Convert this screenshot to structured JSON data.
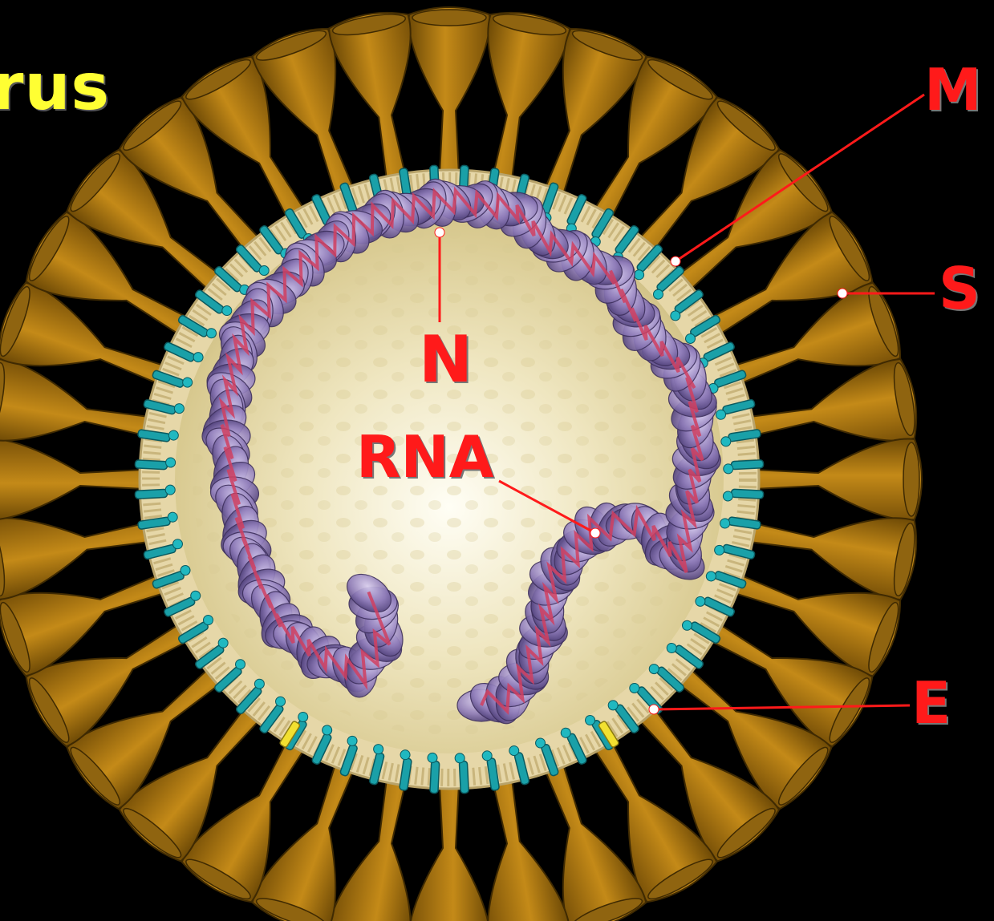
{
  "title": "rus",
  "labels": {
    "m": "M",
    "s": "S",
    "n": "N",
    "rna": "RNA",
    "e": "E"
  },
  "colors": {
    "background": "#000000",
    "title": "#ffff33",
    "label": "#ff1a1a",
    "spike": "#b07a10",
    "membrane": "#e8dcb0",
    "m_protein": "#1aa0a8",
    "e_protein": "#f2e030",
    "nucleocapsid": "#8e7bb8",
    "rna_strand": "#d04060"
  },
  "icons": {
    "spike": "spike-protein-icon",
    "m_protein": "membrane-protein-icon",
    "e_protein": "envelope-protein-icon",
    "nucleocapsid": "nucleocapsid-coil-icon"
  }
}
